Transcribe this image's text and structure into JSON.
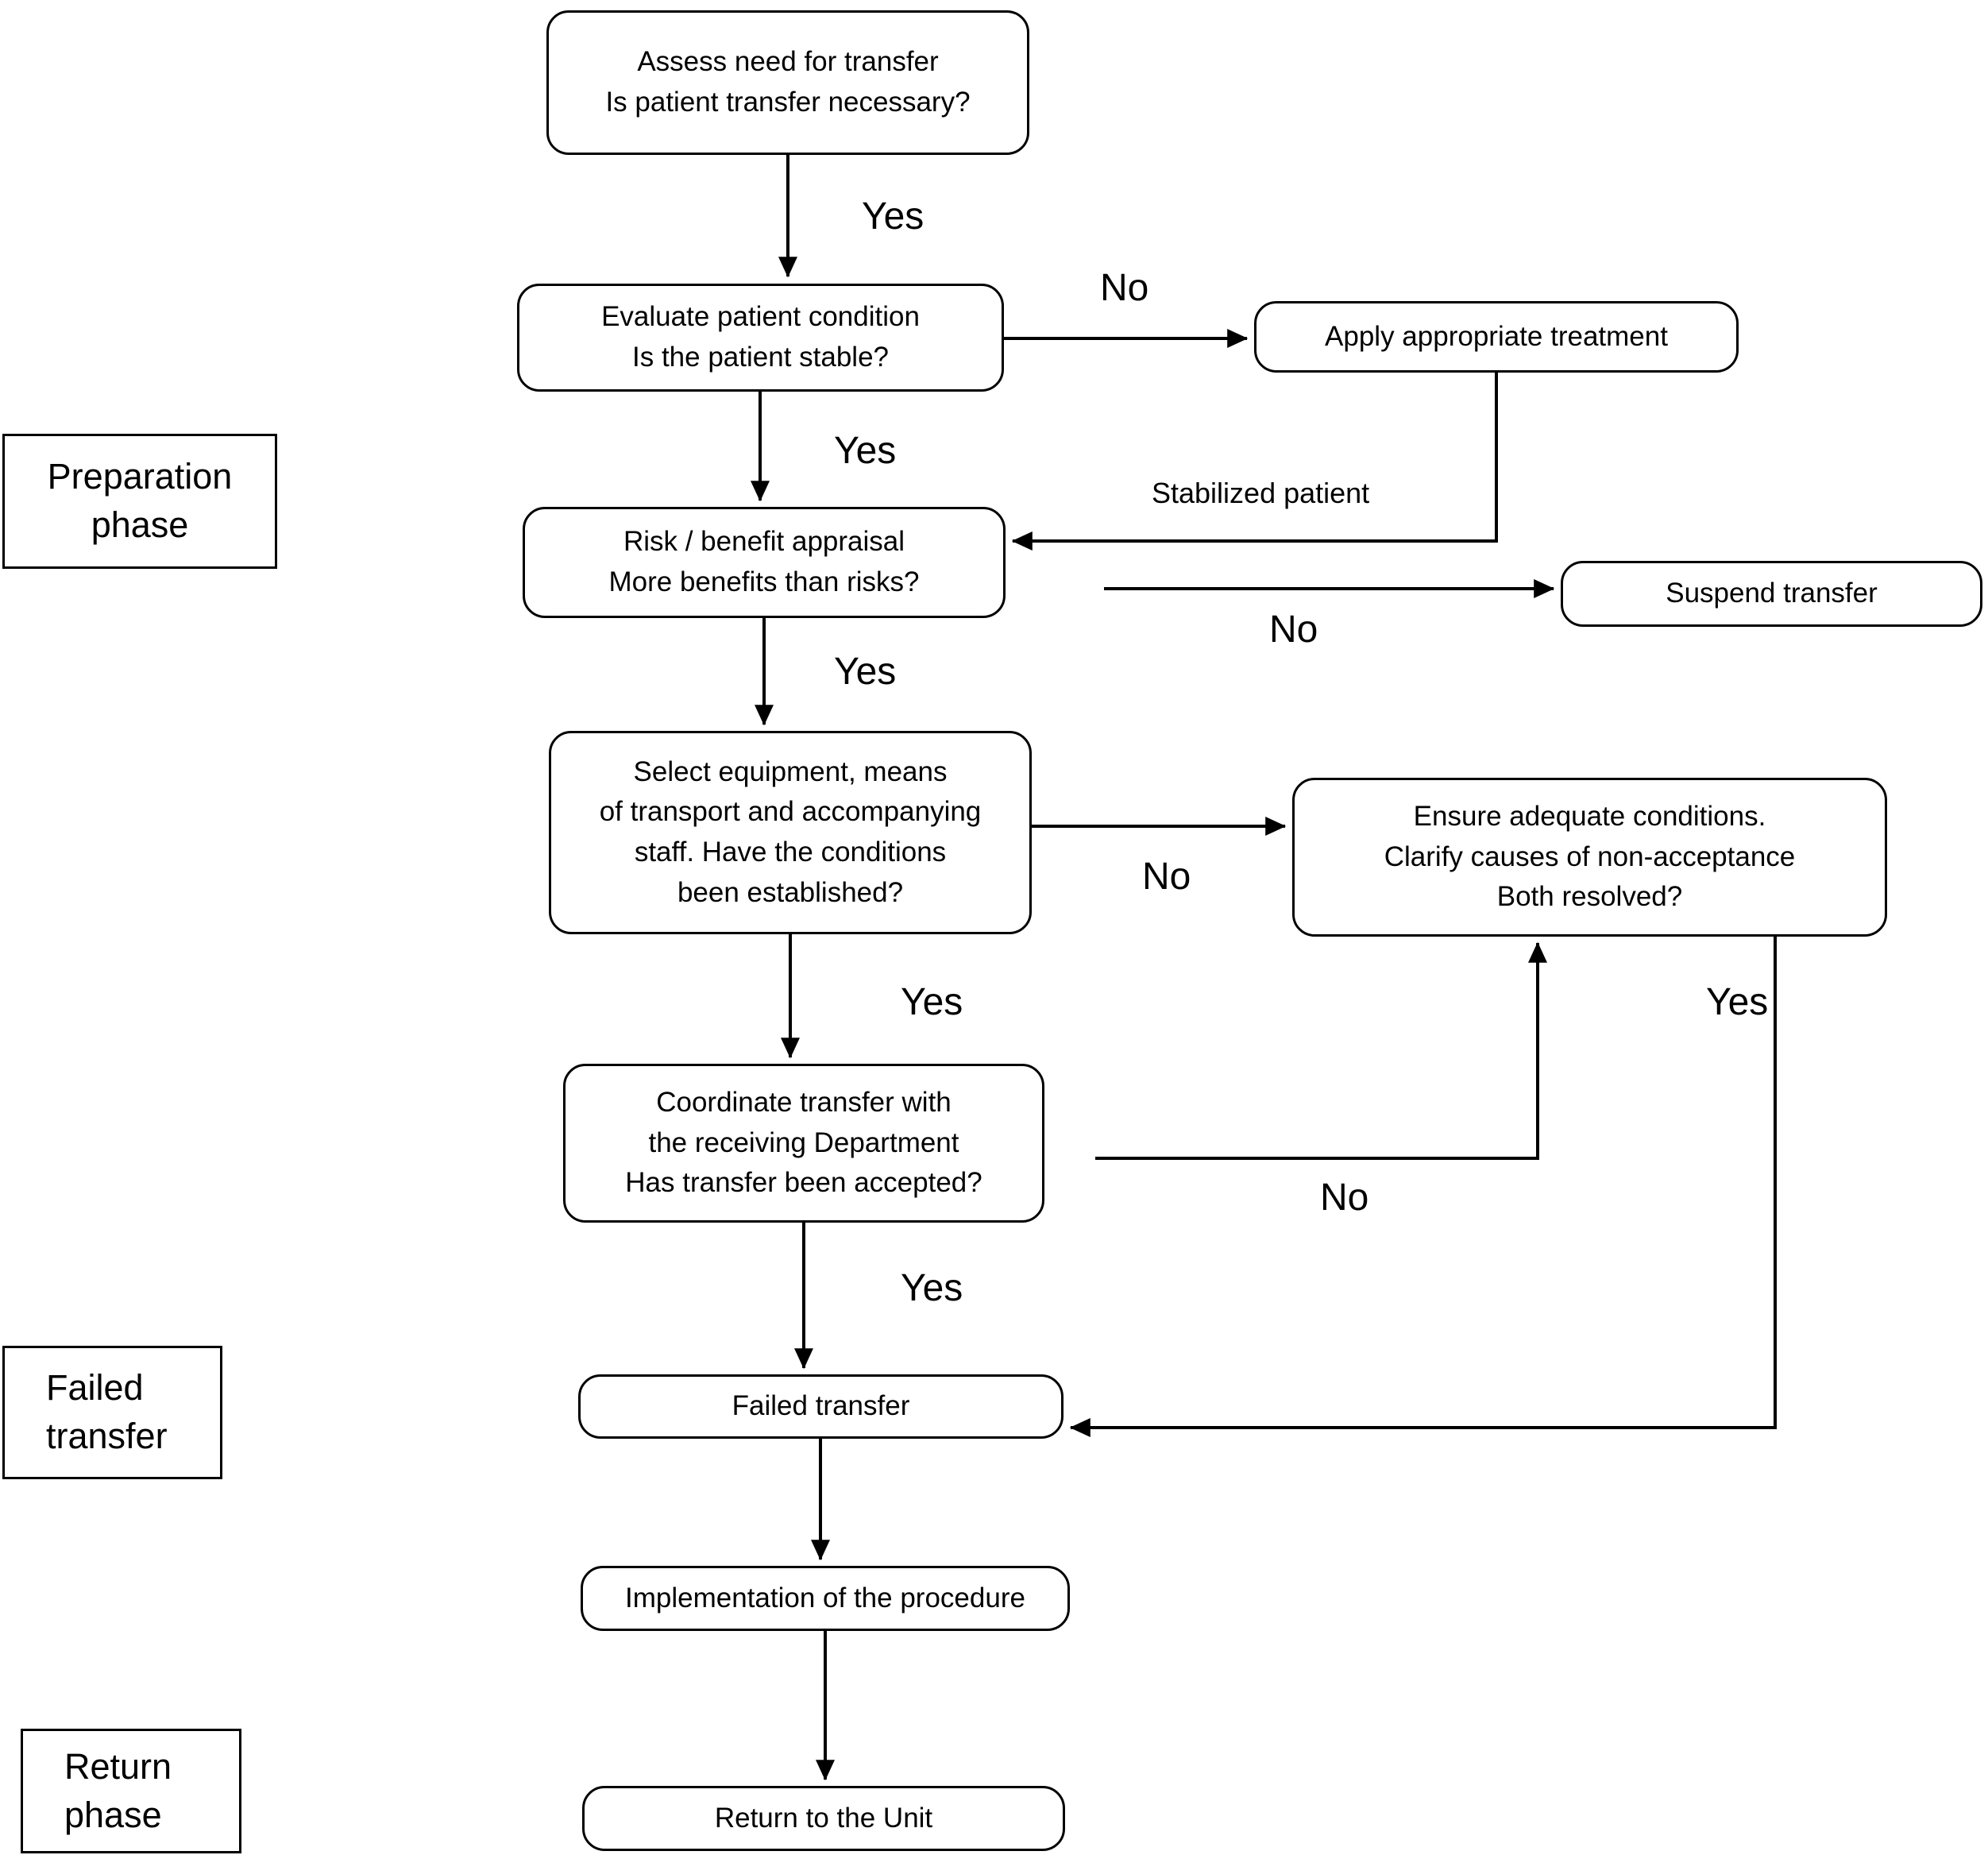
{
  "diagram": {
    "boxes": {
      "assess": {
        "lines": [
          "Assess need for transfer",
          "Is patient transfer necessary?"
        ]
      },
      "evaluate": {
        "lines": [
          "Evaluate patient condition",
          "Is the patient stable?"
        ]
      },
      "apply": {
        "lines": [
          "Apply appropriate treatment"
        ]
      },
      "risk": {
        "lines": [
          "Risk / benefit appraisal",
          "More benefits than risks?"
        ]
      },
      "suspend": {
        "lines": [
          "Suspend transfer"
        ]
      },
      "select": {
        "lines": [
          "Select equipment, means",
          "of transport and accompanying",
          "staff. Have the conditions",
          "been established?"
        ]
      },
      "ensure": {
        "lines": [
          "Ensure adequate conditions.",
          "Clarify causes of non-acceptance",
          "Both resolved?"
        ]
      },
      "coordinate": {
        "lines": [
          "Coordinate transfer with",
          "the receiving Department",
          "Has transfer been accepted?"
        ]
      },
      "failed": {
        "lines": [
          "Failed transfer"
        ]
      },
      "implementation": {
        "lines": [
          "Implementation of the procedure"
        ]
      },
      "return_unit": {
        "lines": [
          "Return to the Unit"
        ]
      }
    },
    "phases": {
      "preparation": {
        "lines": [
          "Preparation",
          "phase"
        ]
      },
      "failed_transfer": {
        "lines": [
          "Failed",
          "transfer"
        ]
      },
      "return_phase": {
        "lines": [
          "Return",
          "phase"
        ]
      }
    },
    "edge_labels": {
      "yes_assess_evaluate": "Yes",
      "no_evaluate_apply": "No",
      "yes_evaluate_risk": "Yes",
      "stabilized_patient": "Stabilized patient",
      "no_risk_suspend": "No",
      "yes_risk_select": "Yes",
      "no_select_ensure": "No",
      "yes_select_coordinate": "Yes",
      "no_coordinate_ensure": "No",
      "yes_ensure_failed": "Yes",
      "yes_coordinate_failed": "Yes"
    },
    "colors": {
      "line": "#000000",
      "background": "#ffffff"
    }
  }
}
